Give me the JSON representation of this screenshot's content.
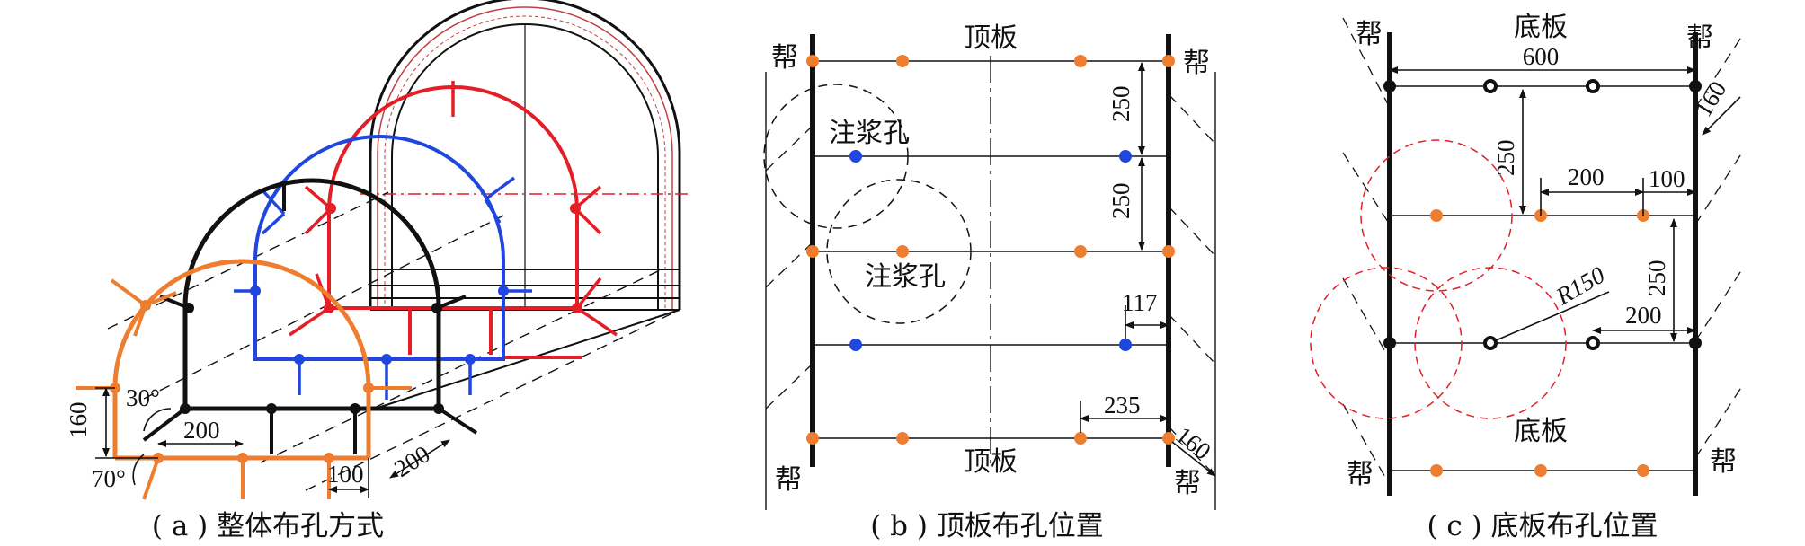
{
  "panel_a": {
    "caption": "( a ) 整体布孔方式",
    "dim_160": "160",
    "angle_30": "30°",
    "dim_200_bottom": "200",
    "angle_70": "70°",
    "dim_100": "100",
    "dim_200_diag": "200"
  },
  "panel_b": {
    "caption": "( b ) 顶板布孔位置",
    "top_label": "顶板",
    "bottom_label": "顶板",
    "side_tl": "帮",
    "side_tr": "帮",
    "side_bl": "帮",
    "side_br": "帮",
    "grout_1": "注浆孔",
    "grout_2": "注浆孔",
    "dim_250_a": "250",
    "dim_250_b": "250",
    "dim_117": "117",
    "dim_235": "235",
    "dim_160": "160"
  },
  "panel_c": {
    "caption": "( c ) 底板布孔位置",
    "top_label": "底板",
    "mid_label": "底板",
    "side_tl": "帮",
    "side_tr": "帮",
    "side_bl": "帮",
    "side_br": "帮",
    "dim_600": "600",
    "dim_160": "160",
    "dim_250_a": "250",
    "dim_200_a": "200",
    "dim_100": "100",
    "dim_250_b": "250",
    "dim_r150": "R150",
    "dim_200_b": "200"
  },
  "colors": {
    "orange": "#ee7d2f",
    "blue": "#1f47e0",
    "red": "#e41e26",
    "black": "#111111"
  }
}
